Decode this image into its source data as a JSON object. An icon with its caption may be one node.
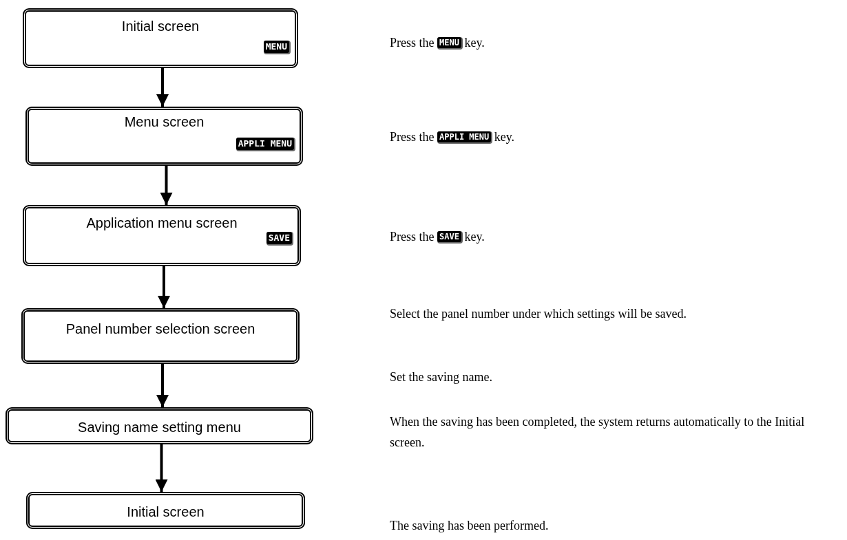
{
  "diagram": {
    "nodes": [
      {
        "text": [
          "Initial screen",
          "MENU"
        ]
      },
      {
        "text": [
          "Menu screen",
          "APPLI MENU"
        ]
      },
      {
        "text": [
          "Application menu screen",
          "SAVE"
        ]
      },
      {
        "text": [
          "Panel number selection screen"
        ]
      },
      {
        "text": [
          "Saving name setting menu"
        ]
      },
      {
        "text": [
          "Initial screen"
        ]
      }
    ],
    "edges": [
      {
        "from": 0,
        "to": 1,
        "arrow": "to"
      },
      {
        "from": 1,
        "to": 2,
        "arrow": "to"
      },
      {
        "from": 2,
        "to": 3,
        "arrow": "to"
      },
      {
        "from": 3,
        "to": 4,
        "arrow": "to"
      },
      {
        "from": 4,
        "to": 5,
        "arrow": "to"
      }
    ],
    "labels": [
      "Press the **MENU** key.",
      "Press the **APPLI MENU** key.",
      "Press the **SAVE** key.",
      "Select the panel number under which settings will be saved.",
      "Set the saving name.",
      "When the saving has been completed, the system returns automatically to the Initial screen.",
      "The saving has been performed."
    ]
  }
}
